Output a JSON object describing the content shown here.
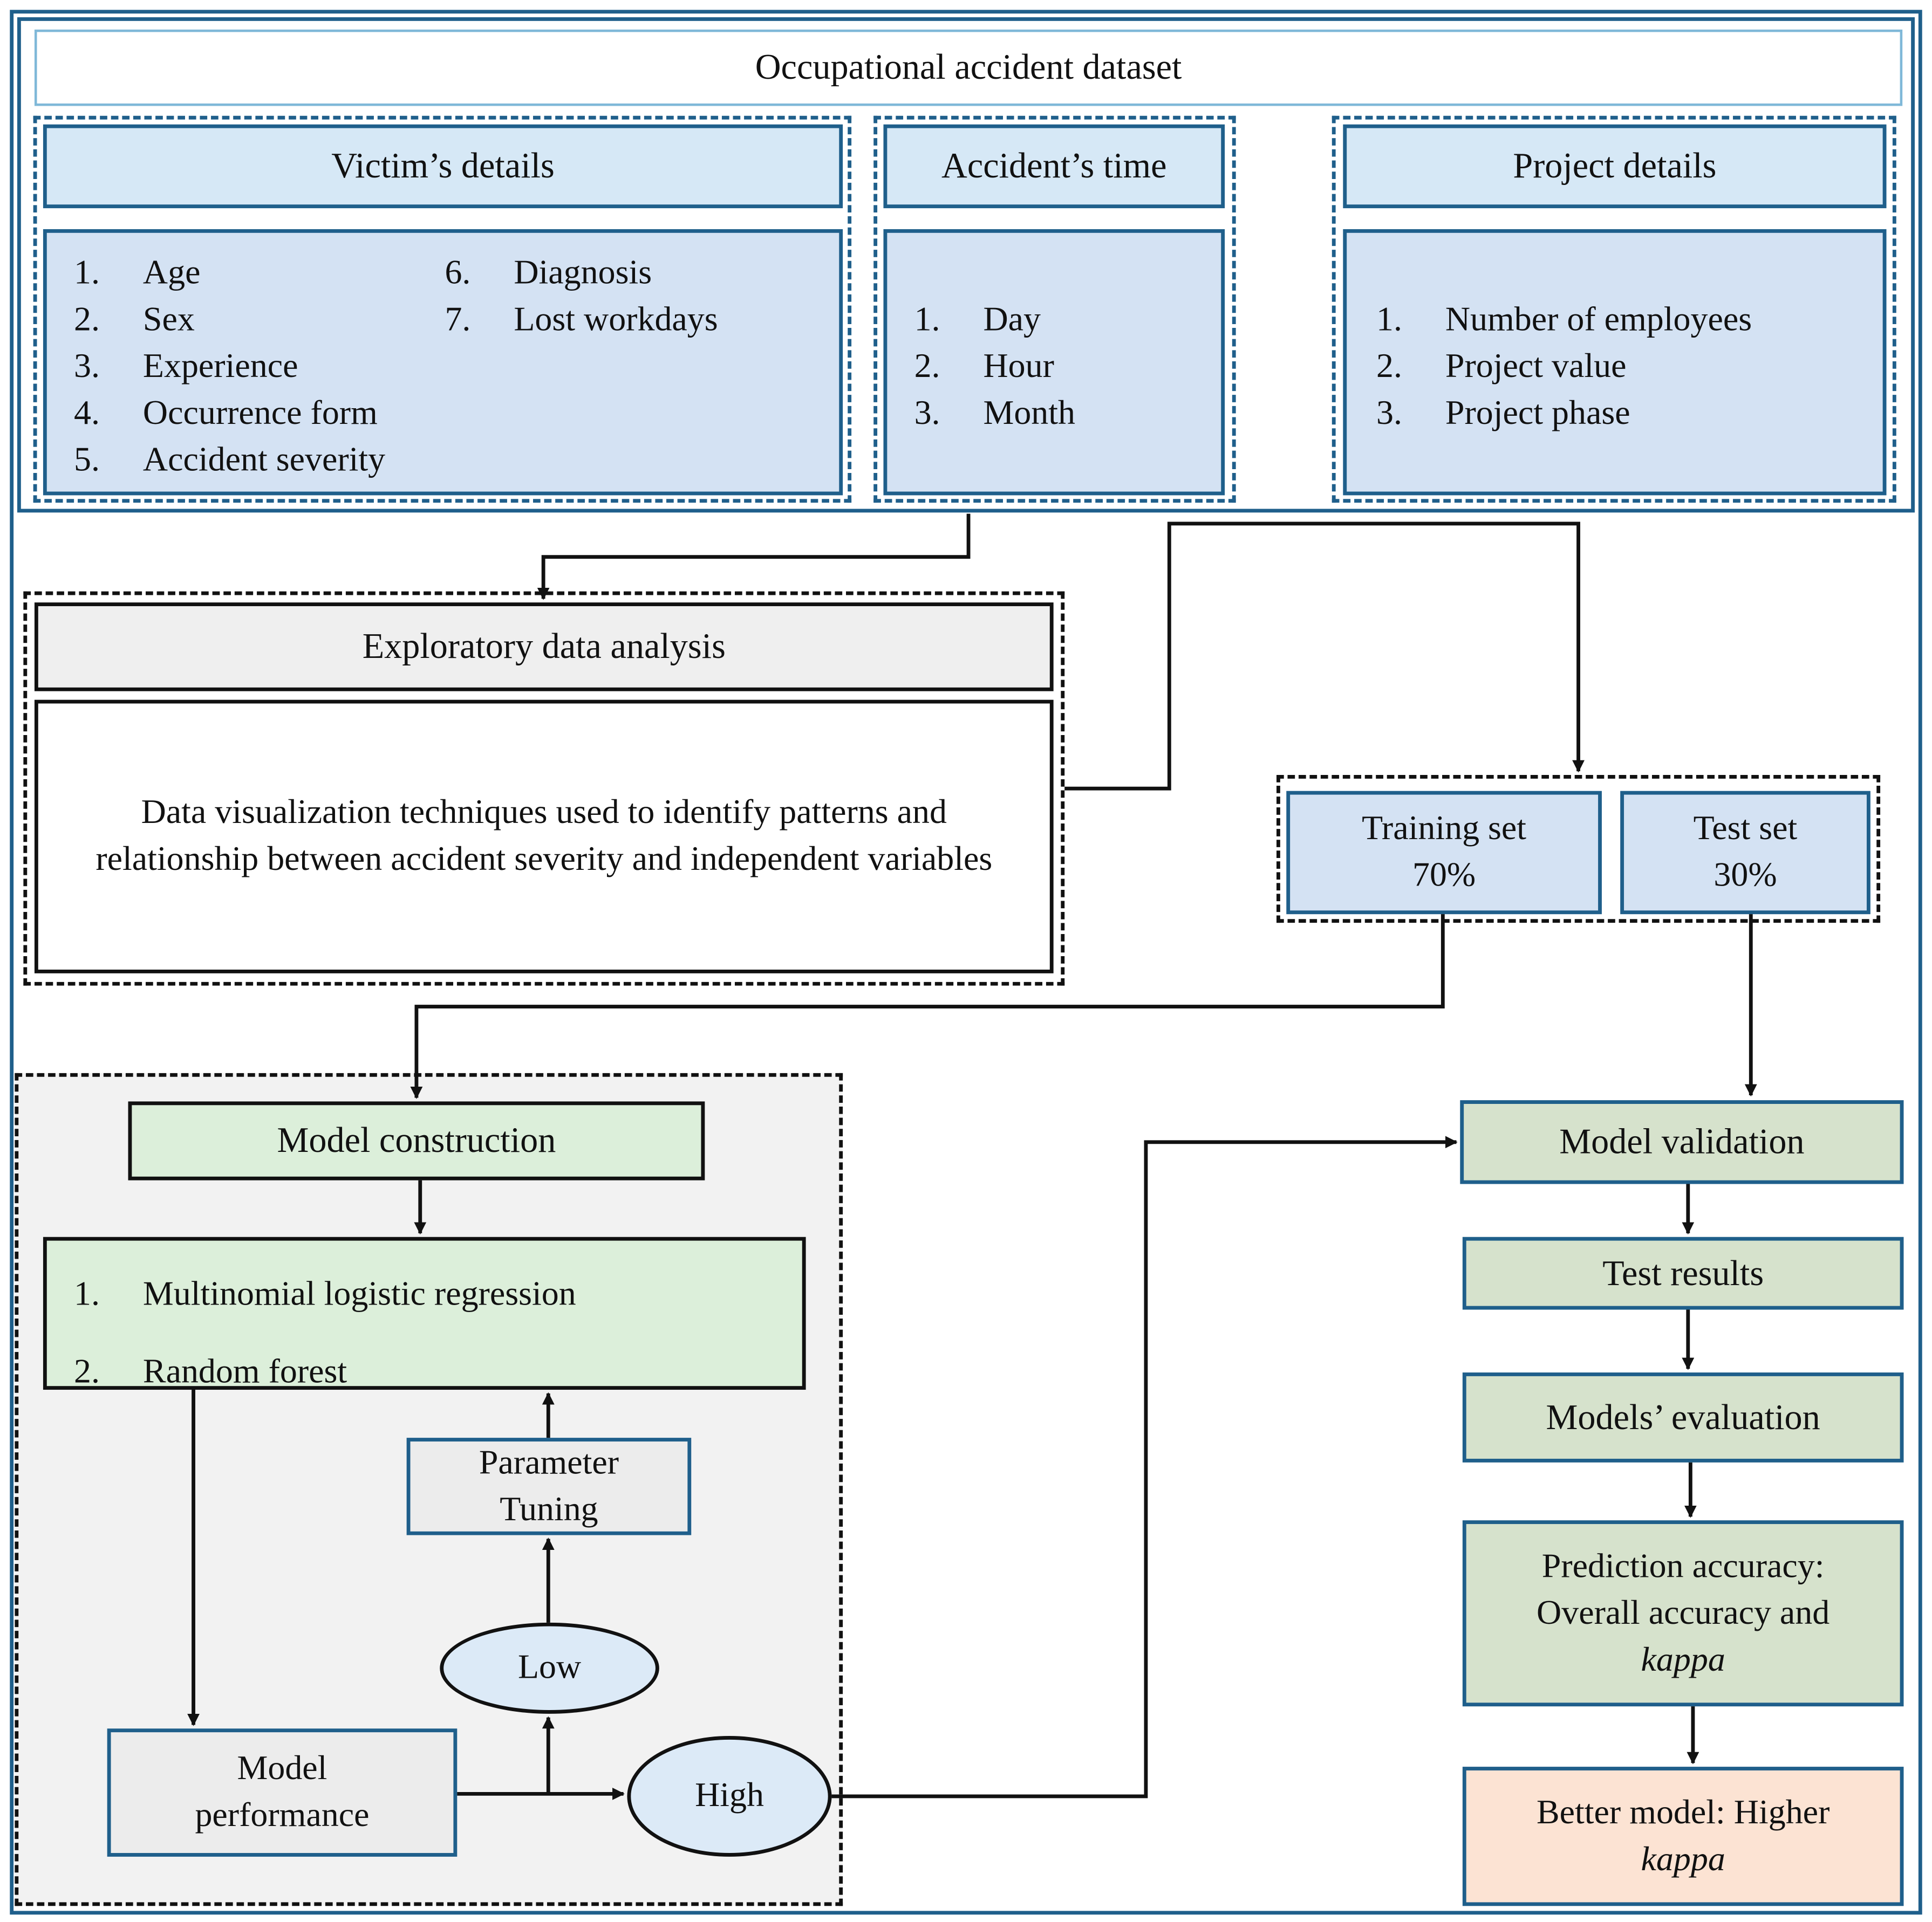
{
  "dataset": {
    "title": "Occupational accident dataset",
    "victim": {
      "header": "Victim’s details",
      "items_col1": [
        {
          "num": "1.",
          "label": "Age"
        },
        {
          "num": "2.",
          "label": "Sex"
        },
        {
          "num": "3.",
          "label": "Experience"
        },
        {
          "num": "4.",
          "label": "Occurrence form"
        },
        {
          "num": "5.",
          "label": "Accident severity"
        }
      ],
      "items_col2": [
        {
          "num": "6.",
          "label": "Diagnosis"
        },
        {
          "num": "7.",
          "label": "Lost workdays"
        }
      ]
    },
    "time": {
      "header": "Accident’s time",
      "items": [
        {
          "num": "1.",
          "label": "Day"
        },
        {
          "num": "2.",
          "label": "Hour"
        },
        {
          "num": "3.",
          "label": "Month"
        }
      ]
    },
    "project": {
      "header": "Project details",
      "items": [
        {
          "num": "1.",
          "label": "Number of employees"
        },
        {
          "num": "2.",
          "label": "Project value"
        },
        {
          "num": "3.",
          "label": "Project phase"
        }
      ]
    }
  },
  "eda": {
    "header": "Exploratory data analysis",
    "body": "Data visualization techniques used to identify patterns and relationship between accident severity and independent variables"
  },
  "split": {
    "training": {
      "label": "Training set",
      "value": "70%"
    },
    "test": {
      "label": "Test set",
      "value": "30%"
    }
  },
  "construction": {
    "header": "Model construction",
    "models": [
      {
        "num": "1.",
        "label": "Multinomial logistic regression"
      },
      {
        "num": "2.",
        "label": "Random forest"
      }
    ],
    "tuning": "Parameter Tuning",
    "performance": "Model performance",
    "low": "Low",
    "high": "High"
  },
  "validation": {
    "validation": "Model validation",
    "results": "Test results",
    "evaluation": "Models’ evaluation",
    "accuracy_text": "Prediction accuracy: Overall accuracy and",
    "accuracy_italic": "kappa",
    "better_text": "Better model: Higher",
    "better_italic": "kappa"
  },
  "colors": {
    "light_blue": "#d6e8f6",
    "mid_blue": "#d4e2f3",
    "dark_blue_border": "#1f5f8b",
    "light_green": "#dcefda",
    "sage_green": "#d6e2cc",
    "peach": "#fce3d3",
    "grey": "#efefef",
    "panel_grey": "#f2f2f2"
  }
}
